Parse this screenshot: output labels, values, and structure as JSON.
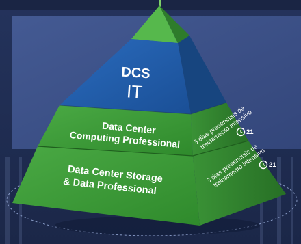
{
  "pyramid": {
    "top_tier": {
      "title": "DCS",
      "subtitle": "IT"
    },
    "middle_tier": {
      "line1": "Data Center",
      "line2": "Computing Professional"
    },
    "bottom_tier": {
      "line1": "Data Center Storage",
      "line2": "& Data Professional"
    },
    "middle_side": {
      "line1": "3 dias presenciais de",
      "line2": "treinamento intensivo",
      "badge": "21"
    },
    "bottom_side": {
      "line1": "3 dias presenciais de",
      "line2": "treinamento intensivo",
      "badge": "21"
    }
  },
  "colors": {
    "background": "#1e2c52",
    "panel": "#3a4f86",
    "blue_front": "#1f5aa8",
    "blue_side": "#17457f",
    "green_front": "#3f9b3a",
    "green_side": "#2e7c2b",
    "green_top": "#56b84c"
  }
}
